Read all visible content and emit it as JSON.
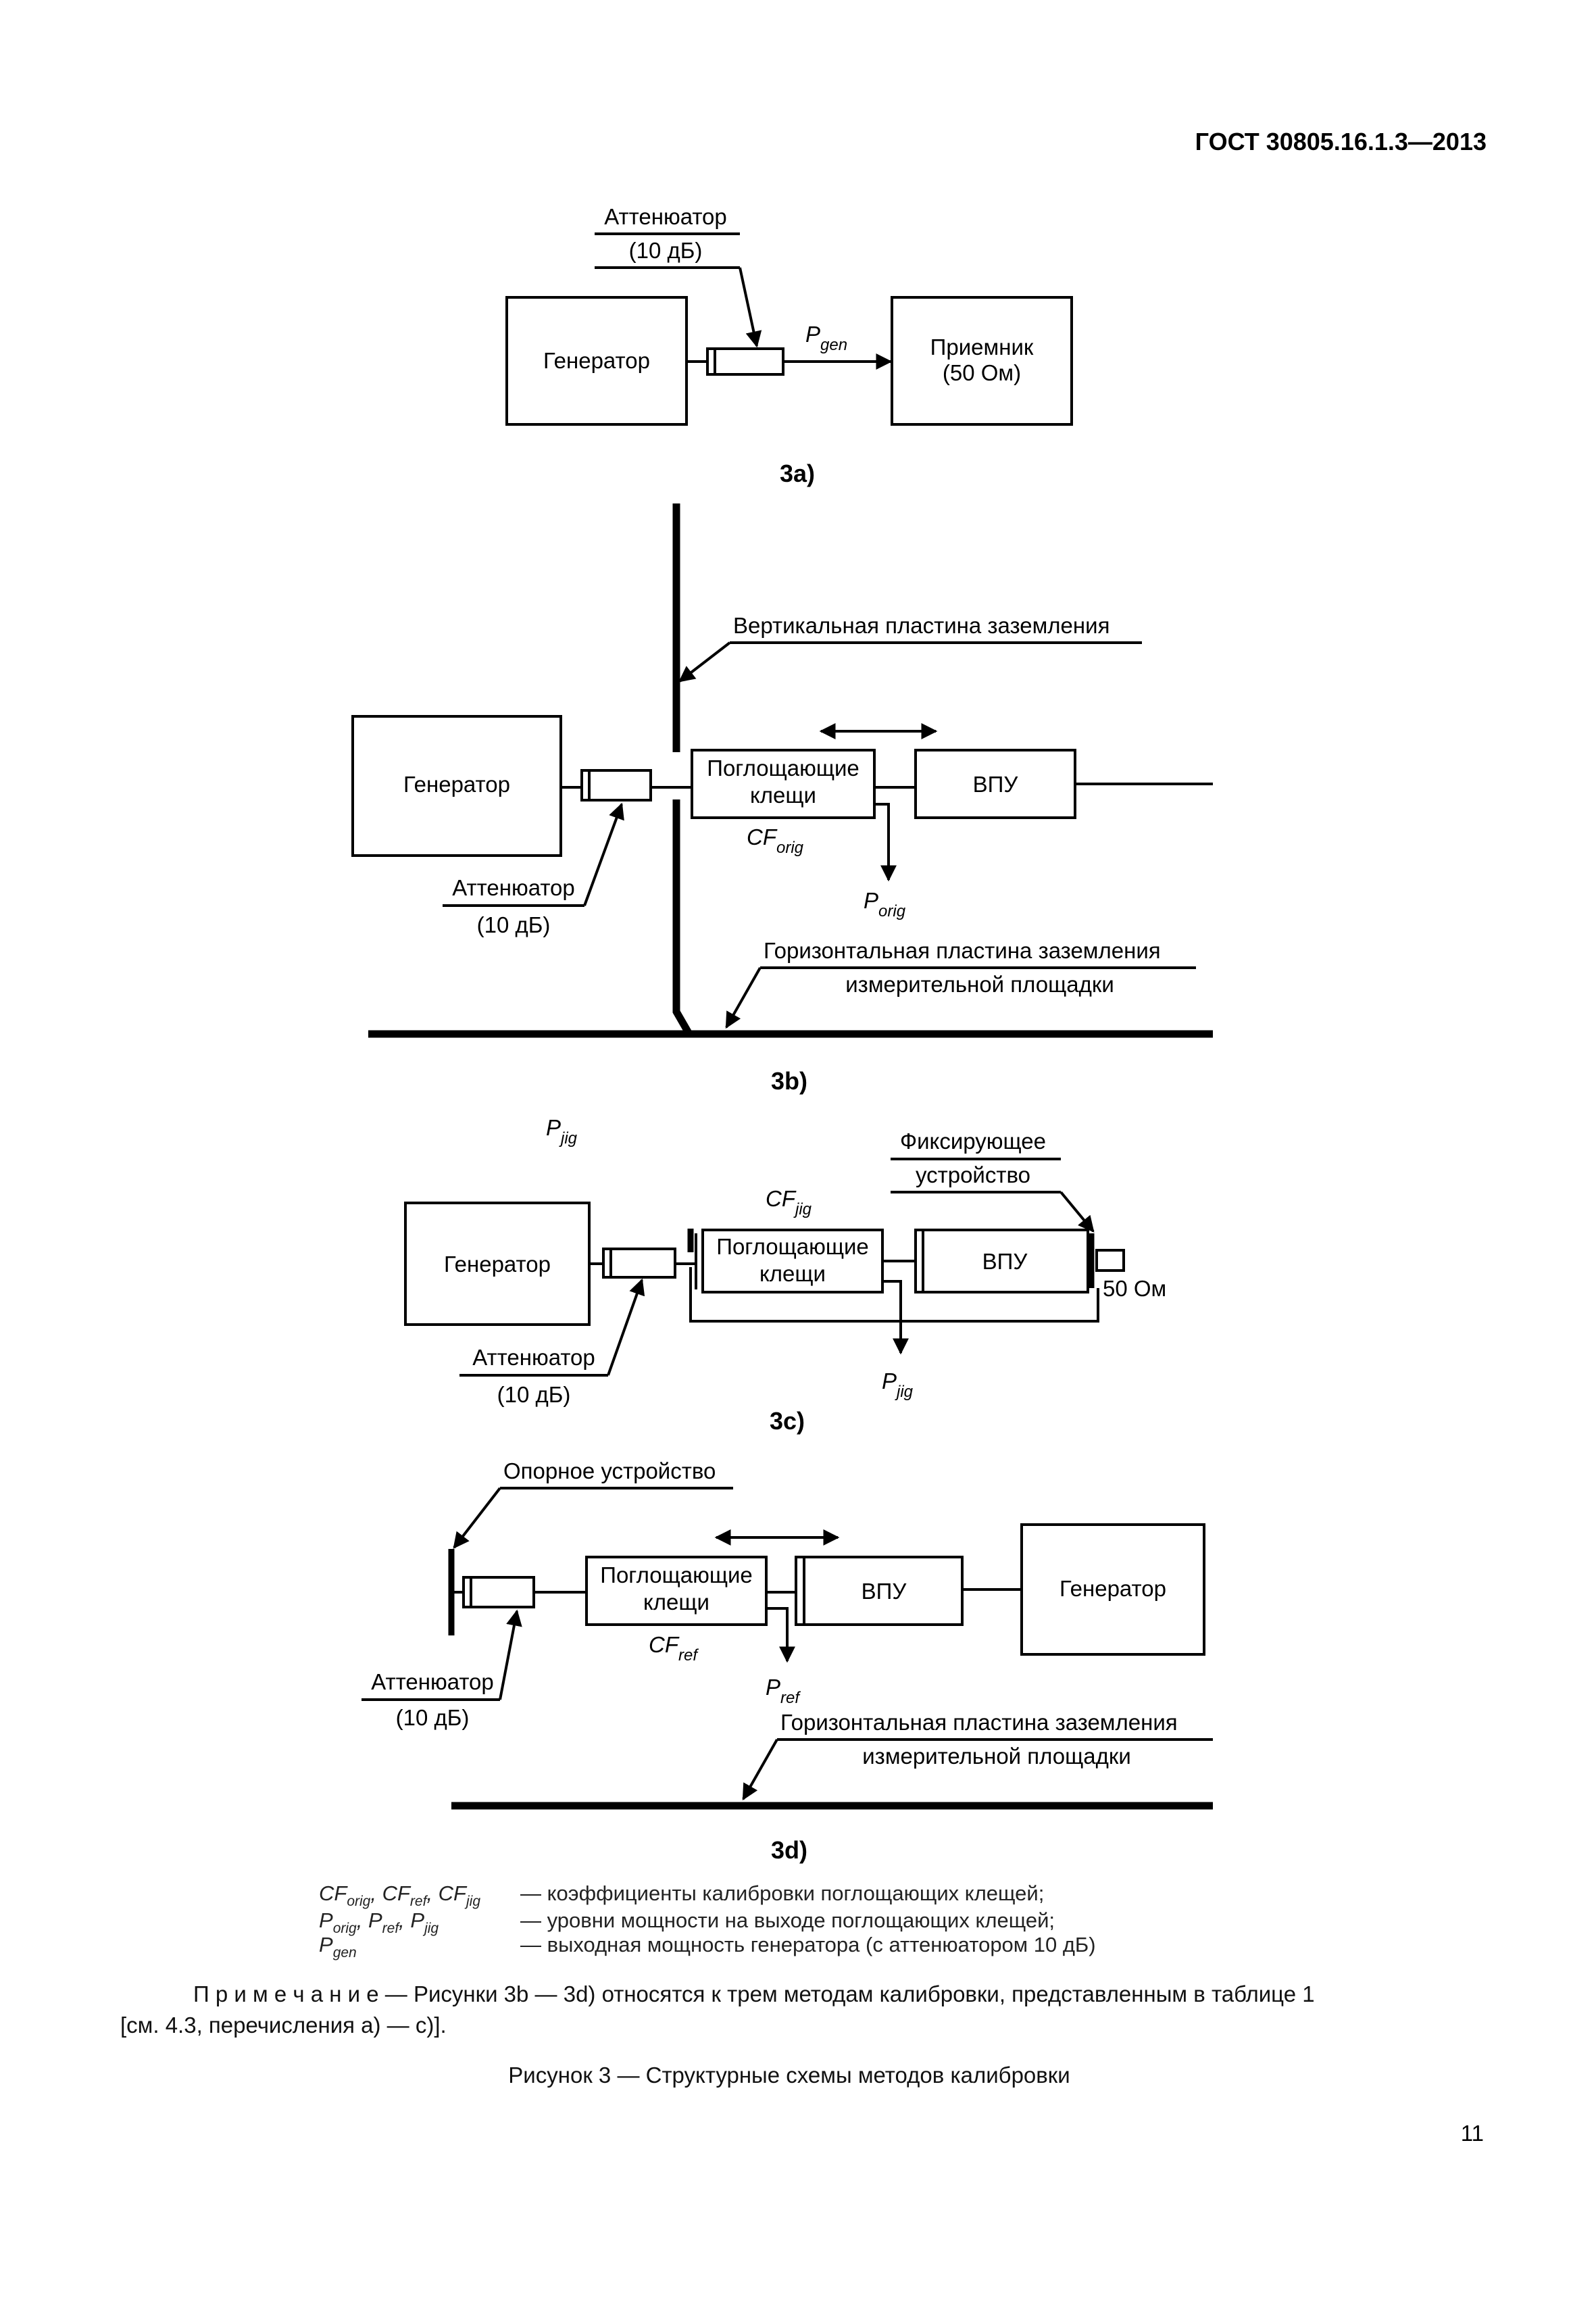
{
  "header": {
    "doc_id": "ГОСТ 30805.16.1.3—2013"
  },
  "fig3a": {
    "attenuator": "Аттенюатор",
    "attenuator_value": "(10 дБ)",
    "generator": "Генератор",
    "p": "P",
    "p_sub": "gen",
    "receiver_l1": "Приемник",
    "receiver_l2": "(50 Ом)",
    "caption": "3a)"
  },
  "fig3b": {
    "vertical_plane": "Вертикальная пластина заземления",
    "generator": "Генератор",
    "clamp_l1": "Поглощающие",
    "clamp_l2": "клещи",
    "vpu": "ВПУ",
    "cf": "CF",
    "cf_sub": "orig",
    "p": "P",
    "p_sub": "orig",
    "attenuator": "Аттенюатор",
    "attenuator_value": "(10 дБ)",
    "horizontal_plane_l1": "Горизонтальная пластина заземления",
    "horizontal_plane_l2": "измерительной площадки",
    "caption": "3b)"
  },
  "fig3c": {
    "stray_p": "P",
    "stray_p_sub": "jig",
    "fixing_l1": "Фиксирующее",
    "fixing_l2": "устройство",
    "cf": "CF",
    "cf_sub": "jig",
    "generator": "Генератор",
    "clamp_l1": "Поглощающие",
    "clamp_l2": "клещи",
    "vpu": "ВПУ",
    "load": "50 Ом",
    "attenuator": "Аттенюатор",
    "attenuator_value": "(10 дБ)",
    "p": "P",
    "p_sub": "jig",
    "caption": "3c)"
  },
  "fig3d": {
    "reference_device": "Опорное устройство",
    "clamp_l1": "Поглощающие",
    "clamp_l2": "клещи",
    "vpu": "ВПУ",
    "generator": "Генератор",
    "cf": "CF",
    "cf_sub": "ref",
    "p": "P",
    "p_sub": "ref",
    "attenuator": "Аттенюатор",
    "attenuator_value": "(10 дБ)",
    "horizontal_plane_l1": "Горизонтальная пластина заземления",
    "horizontal_plane_l2": "измерительной площадки",
    "caption": "3d)"
  },
  "legend": {
    "row1_terms": [
      {
        "main": "CF",
        "sub": "orig"
      },
      {
        "main": "CF",
        "sub": "ref"
      },
      {
        "main": "CF",
        "sub": "jig"
      }
    ],
    "row1_text": "— коэффициенты калибровки поглощающих клещей;",
    "row2_terms": [
      {
        "main": "P",
        "sub": "orig"
      },
      {
        "main": "P",
        "sub": "ref"
      },
      {
        "main": "P",
        "sub": "jig"
      }
    ],
    "row2_text": "— уровни мощности на выходе поглощающих клещей;",
    "row3_term": {
      "main": "P",
      "sub": "gen"
    },
    "row3_text": "— выходная мощность генератора (с аттенюатором 10 дБ)"
  },
  "note": {
    "label": "П р и м е ч а н и е",
    "line1": " — Рисунки 3b — 3d) относятся к трем методам калибровки, представленным в таблице 1",
    "line2": "[см. 4.3, перечисления а) — с)]."
  },
  "figure_caption": "Рисунок 3 — Структурные схемы методов калибровки",
  "page_number": "11"
}
